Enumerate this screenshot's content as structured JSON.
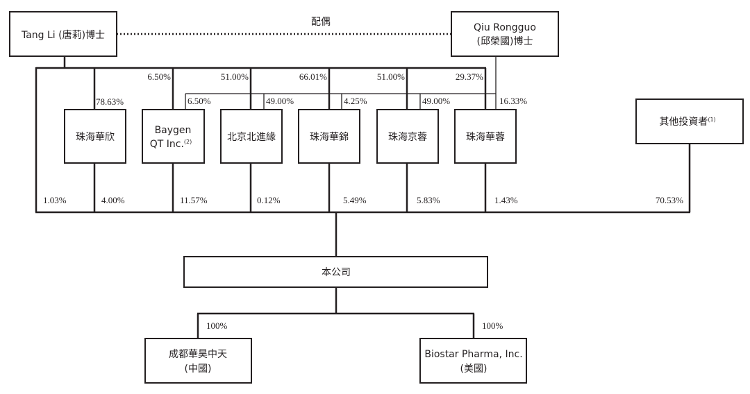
{
  "persons": {
    "tang": "Tang Li (唐莉)博士",
    "qiu_line1": "Qiu Rongguo",
    "qiu_line2": "(邱榮國)博士",
    "spouse": "配偶"
  },
  "entities": {
    "zhuhai_huaxin": "珠海華欣",
    "baygen_line1": "Baygen",
    "baygen_line2": "QT Inc.",
    "baygen_note": "(2)",
    "beijing_beijin": "北京北進緣",
    "zhuhai_huajin": "珠海華錦",
    "zhuhai_jingrong": "珠海京蓉",
    "zhuhai_huarong": "珠海華蓉",
    "others": "其他投資者",
    "others_note": "(1)"
  },
  "company": "本公司",
  "subsidiaries": {
    "chengdu_line1": "成都華昊中天",
    "chengdu_line2": "(中國)",
    "biostar_line1": "Biostar Pharma, Inc.",
    "biostar_line2": "(美國)"
  },
  "percentages": {
    "tang_to_huaxin": "78.63%",
    "tang_to_baygen": "6.50%",
    "tang_to_beijin": "51.00%",
    "tang_to_huajin": "66.01%",
    "tang_to_jingrong": "51.00%",
    "tang_to_huarong": "29.37%",
    "qiu_to_baygen": "6.50%",
    "qiu_to_beijin": "49.00%",
    "qiu_to_huajin": "4.25%",
    "qiu_to_jingrong": "49.00%",
    "qiu_to_huarong": "16.33%",
    "tang_direct": "1.03%",
    "huaxin_to_company": "4.00%",
    "baygen_to_company": "11.57%",
    "beijin_to_company": "0.12%",
    "huajin_to_company": "5.49%",
    "jingrong_to_company": "5.83%",
    "huarong_to_company": "1.43%",
    "others_to_company": "70.53%",
    "company_to_chengdu": "100%",
    "company_to_biostar": "100%"
  }
}
